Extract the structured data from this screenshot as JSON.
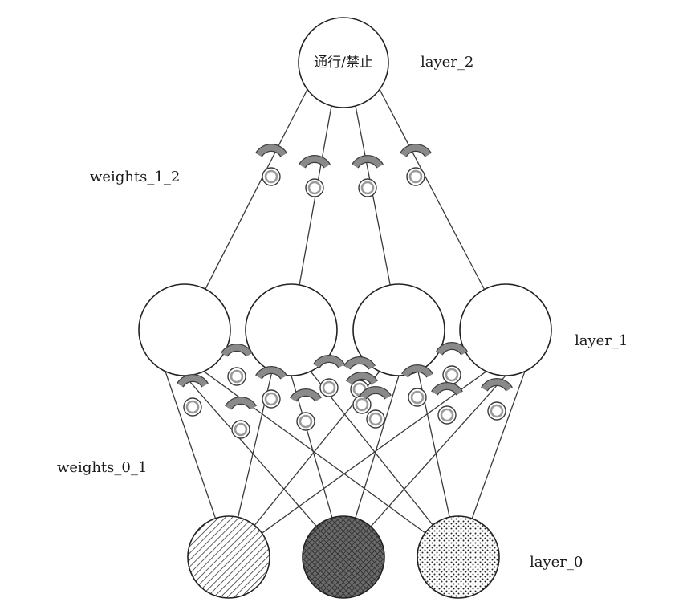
{
  "labels": {
    "output_node": "通行/禁止",
    "layer_2": "layer_2",
    "weights_1_2": "weights_1_2",
    "layer_1": "layer_1",
    "weights_0_1": "weights_0_1",
    "layer_0": "layer_0"
  },
  "colors": {
    "line": "#3a3a3a",
    "knob_arc": "#8a8a8a",
    "node_fill": "#ffffff"
  }
}
